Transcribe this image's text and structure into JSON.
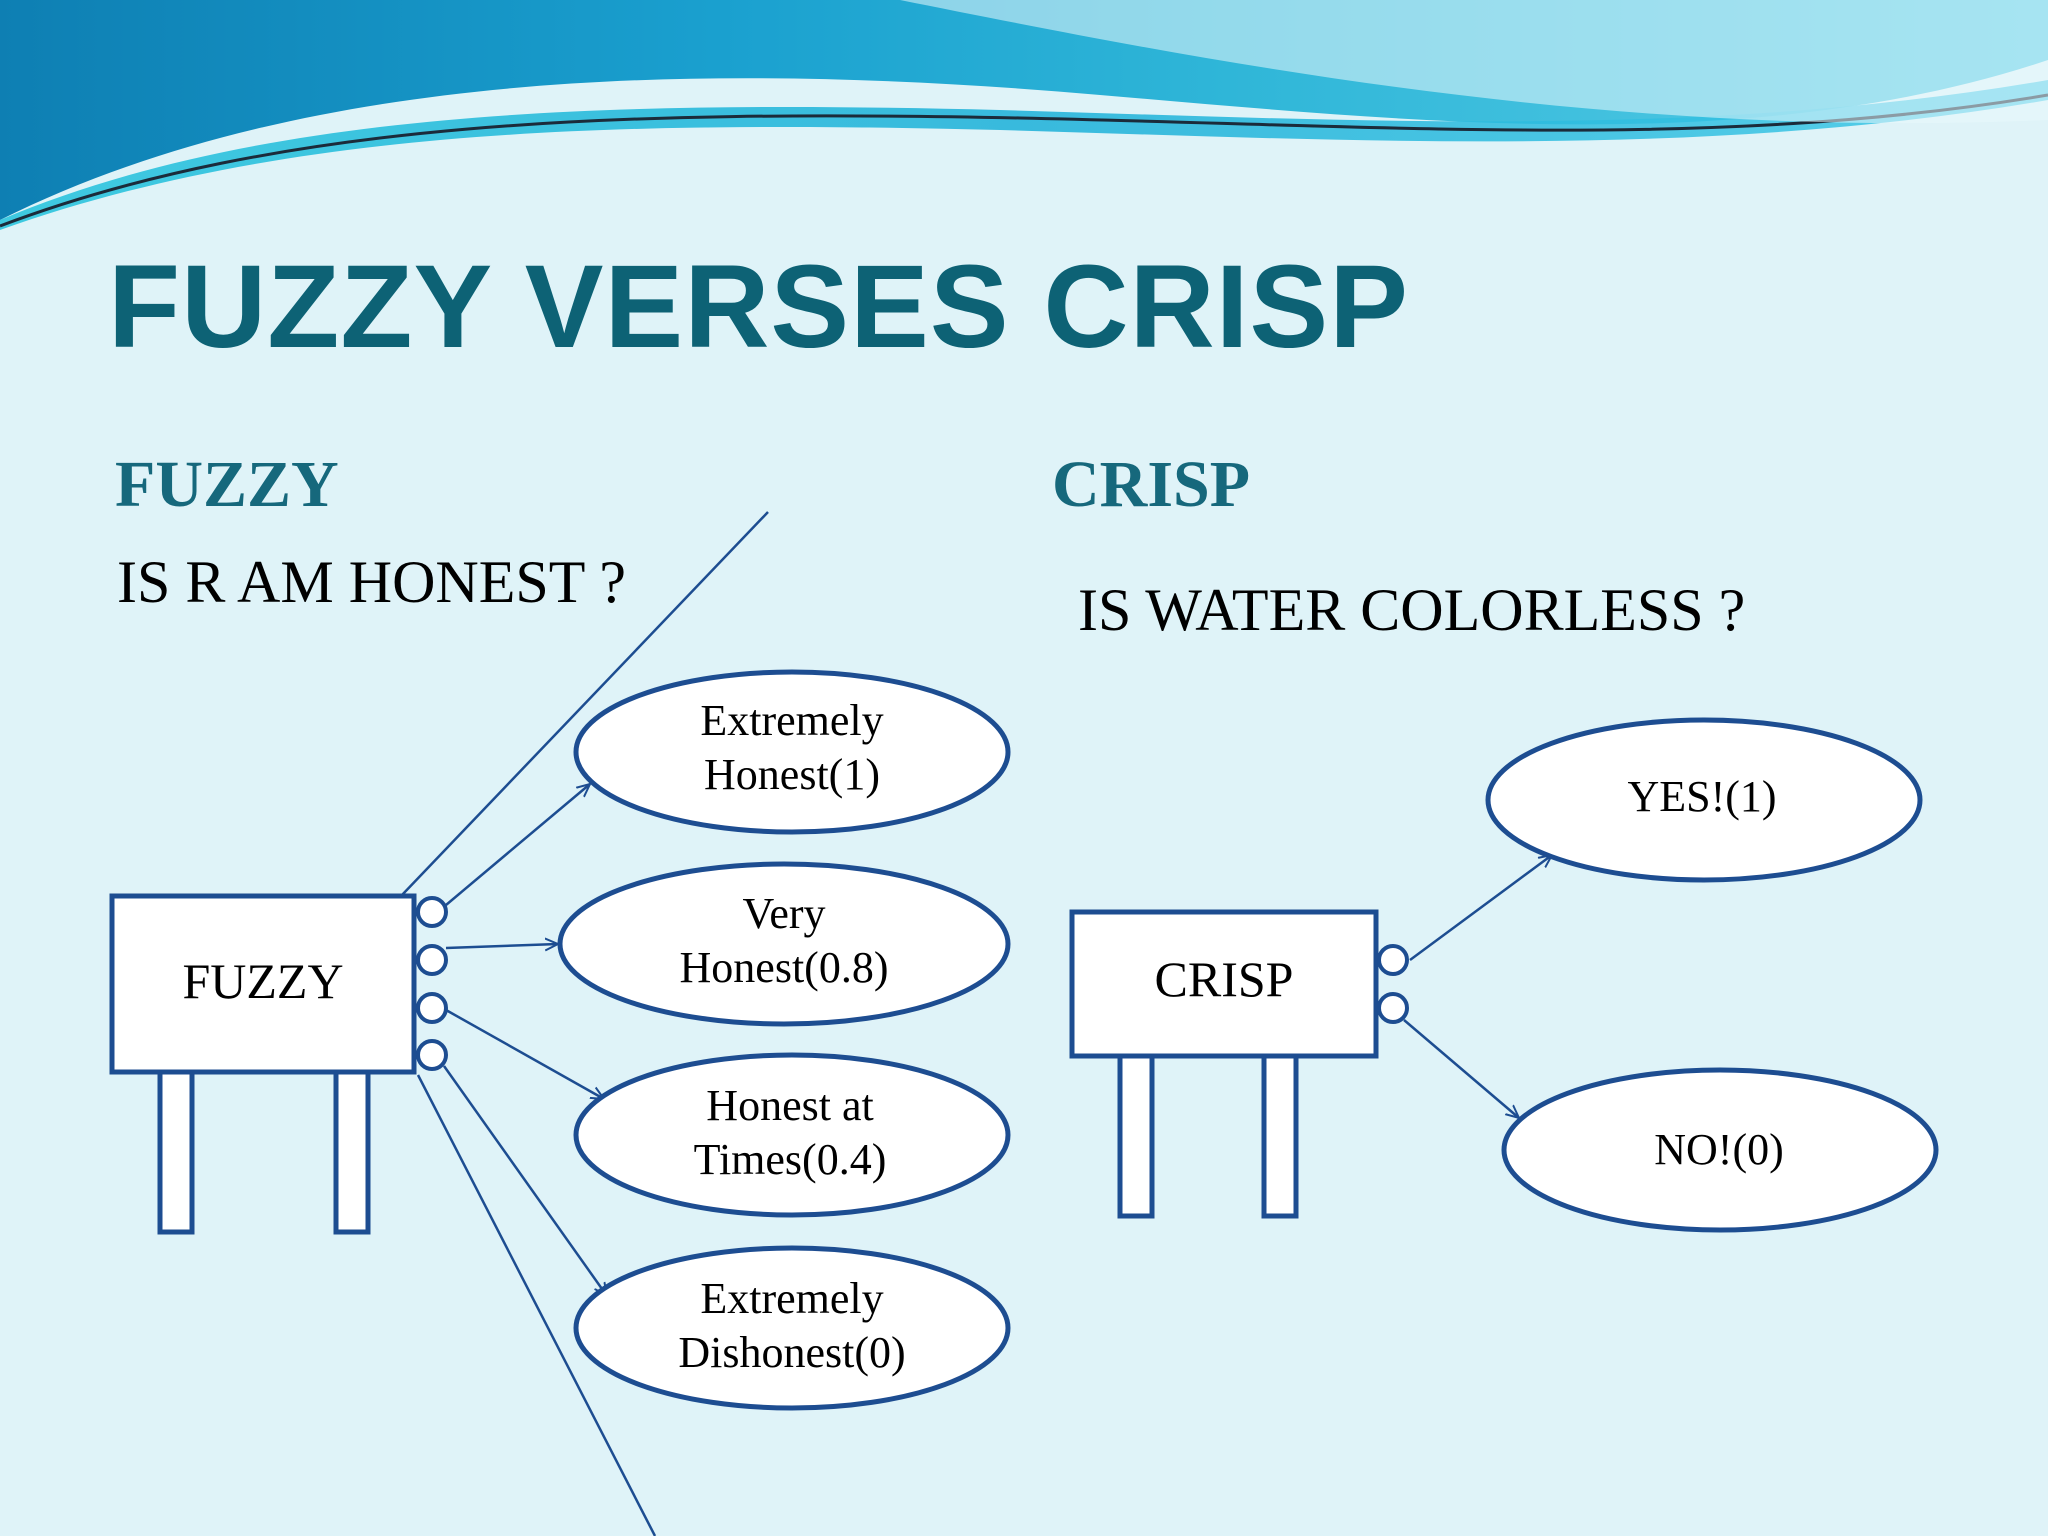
{
  "slide": {
    "title": "FUZZY VERSES CRISP",
    "fuzzy": {
      "heading": "FUZZY",
      "question": "IS  R AM   HONEST ?",
      "box_label": "FUZZY",
      "outcomes": [
        {
          "line1": "Extremely",
          "line2": "Honest(1)"
        },
        {
          "line1": "Very",
          "line2": "Honest(0.8)"
        },
        {
          "line1": "Honest at",
          "line2": "Times(0.4)"
        },
        {
          "line1": "Extremely",
          "line2": "Dishonest(0)"
        }
      ]
    },
    "crisp": {
      "heading": "CRISP",
      "question": "IS WATER COLORLESS ?",
      "box_label": "CRISP",
      "outcomes": [
        {
          "label": "YES!(1)"
        },
        {
          "label": "NO!(0)"
        }
      ]
    }
  },
  "colors": {
    "background": "#dff3f8",
    "title": "#0d6275",
    "heading": "#16687c",
    "diagram_stroke": "#1d4d91",
    "wave_dark": "#0f7fb0",
    "wave_light": "#28c8e0"
  }
}
